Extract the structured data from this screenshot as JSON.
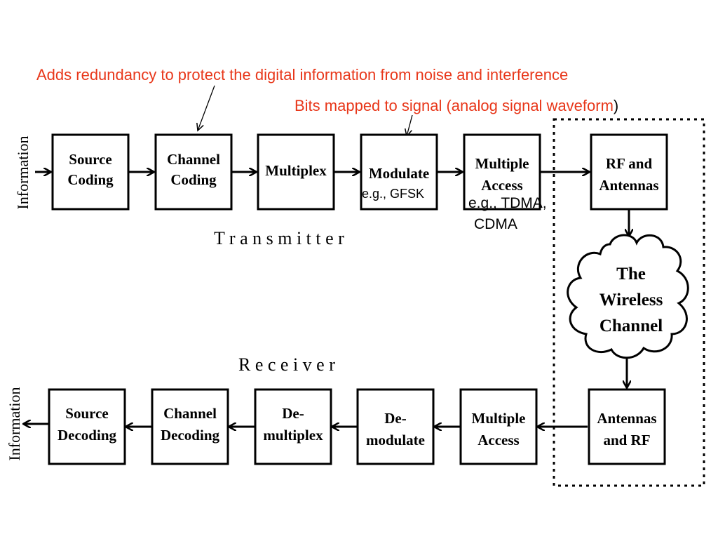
{
  "annotations": {
    "channel_coding_note": "Adds redundancy to protect the digital information from noise and interference",
    "modulate_note": "Bits mapped to signal (analog signal waveform",
    "modulate_note_paren": ")",
    "modulate_example": "e.g., GFSK",
    "access_example_line1": "e.g., TDMA,",
    "access_example_line2": "CDMA"
  },
  "transmitter": {
    "input_label": "Information",
    "section_title": "T r a n s m i t t e r",
    "blocks": [
      {
        "line1": "Source",
        "line2": "Coding"
      },
      {
        "line1": "Channel",
        "line2": "Coding"
      },
      {
        "line1": "Multiplex",
        "line2": ""
      },
      {
        "line1": "Modulate",
        "line2": ""
      },
      {
        "line1": "Multiple",
        "line2": "Access"
      },
      {
        "line1": "RF and",
        "line2": "Antennas"
      }
    ]
  },
  "channel": {
    "line1": "The",
    "line2": "Wireless",
    "line3": "Channel"
  },
  "receiver": {
    "output_label": "Information",
    "section_title": "R e c e i v e r",
    "blocks": [
      {
        "line1": "Source",
        "line2": "Decoding"
      },
      {
        "line1": "Channel",
        "line2": "Decoding"
      },
      {
        "line1": "De-",
        "line2": "multiplex"
      },
      {
        "line1": "De-",
        "line2": "modulate"
      },
      {
        "line1": "Multiple",
        "line2": "Access"
      },
      {
        "line1": "Antennas",
        "line2": "and RF"
      }
    ]
  }
}
